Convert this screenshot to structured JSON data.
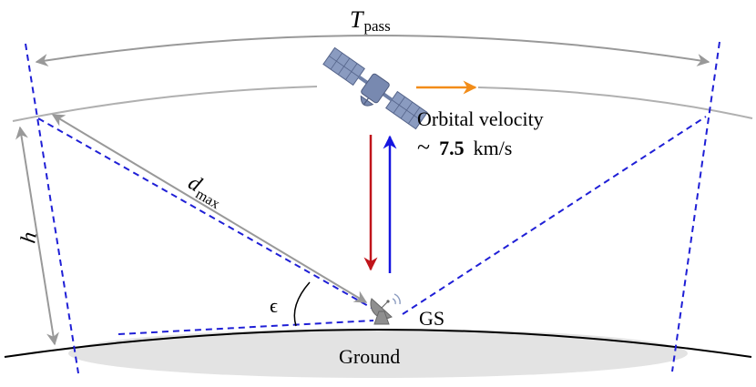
{
  "labels": {
    "t_pass_main": "T",
    "t_pass_sub": "pass",
    "orbital_velocity_line1": "Orbital velocity",
    "orbital_velocity_tilde": "~",
    "orbital_velocity_value": "7.5",
    "orbital_velocity_unit": "km/s",
    "d_max_main": "d",
    "d_max_sub": "max",
    "altitude": "h",
    "elevation": "ϵ",
    "ground_station": "GS",
    "ground": "Ground"
  },
  "colors": {
    "coverage_dashed": "#1f1fd6",
    "orbit_line": "#b0b0b0",
    "dimension_arrow": "#999999",
    "velocity_arrow": "#f28c18",
    "downlink_arrow": "#c0141a",
    "uplink_arrow": "#1515e0",
    "ground_fill": "#e3e3e3",
    "earth_line": "#000000",
    "icon_fill": "#8a9bc0"
  },
  "icons": {
    "satellite": "satellite-icon",
    "ground_station": "satellite-dish-icon"
  }
}
